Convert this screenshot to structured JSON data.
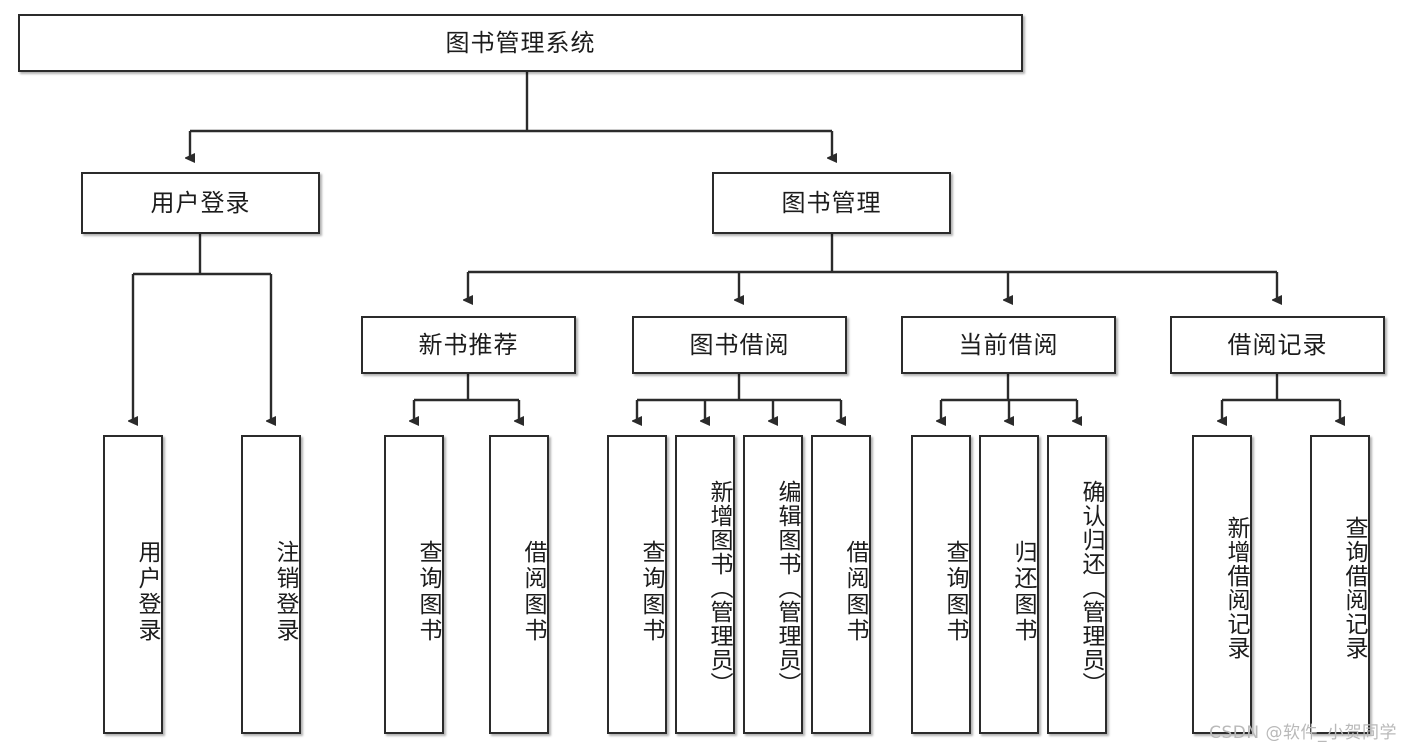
{
  "diagram": {
    "title": "图书管理系统",
    "type": "tree-hierarchy",
    "watermark": "CSDN @软件_小贺同学",
    "colors": {
      "background": "#ffffff",
      "node_fill": "#ffffff",
      "node_border": "#2b2b2b",
      "edge": "#2b2b2b",
      "text": "#1c1c1c",
      "watermark": "#b9b9b9"
    },
    "nodes": {
      "root": {
        "label": "图书管理系统",
        "level": 0,
        "orientation": "horizontal"
      },
      "l1": [
        {
          "id": "user-login",
          "label": "用户登录",
          "orientation": "horizontal"
        },
        {
          "id": "book-manage",
          "label": "图书管理",
          "orientation": "horizontal"
        }
      ],
      "l2": [
        {
          "id": "new-book-recommend",
          "label": "新书推荐",
          "orientation": "horizontal",
          "parent": "book-manage"
        },
        {
          "id": "book-borrow",
          "label": "图书借阅",
          "orientation": "horizontal",
          "parent": "book-manage"
        },
        {
          "id": "current-borrow",
          "label": "当前借阅",
          "orientation": "horizontal",
          "parent": "book-manage"
        },
        {
          "id": "borrow-record",
          "label": "借阅记录",
          "orientation": "horizontal",
          "parent": "book-manage"
        }
      ],
      "leaves": [
        {
          "id": "leaf-user-login",
          "label": "用户登录",
          "parent": "user-login",
          "orientation": "vertical"
        },
        {
          "id": "leaf-user-logout",
          "label": "注销登录",
          "parent": "user-login",
          "orientation": "vertical"
        },
        {
          "id": "leaf-query-book-1",
          "label": "查询图书",
          "parent": "new-book-recommend",
          "orientation": "vertical"
        },
        {
          "id": "leaf-borrow-book-1",
          "label": "借阅图书",
          "parent": "new-book-recommend",
          "orientation": "vertical"
        },
        {
          "id": "leaf-query-book-2",
          "label": "查询图书",
          "parent": "book-borrow",
          "orientation": "vertical"
        },
        {
          "id": "leaf-add-book",
          "label": "新增图书（管理员）",
          "parent": "book-borrow",
          "orientation": "vertical"
        },
        {
          "id": "leaf-edit-book",
          "label": "编辑图书（管理员）",
          "parent": "book-borrow",
          "orientation": "vertical"
        },
        {
          "id": "leaf-borrow-book-2",
          "label": "借阅图书",
          "parent": "book-borrow",
          "orientation": "vertical"
        },
        {
          "id": "leaf-query-book-3",
          "label": "查询图书",
          "parent": "current-borrow",
          "orientation": "vertical"
        },
        {
          "id": "leaf-return-book",
          "label": "归还图书",
          "parent": "current-borrow",
          "orientation": "vertical"
        },
        {
          "id": "leaf-confirm-return",
          "label": "确认归还（管理员）",
          "parent": "current-borrow",
          "orientation": "vertical"
        },
        {
          "id": "leaf-add-record",
          "label": "新增借阅记录",
          "parent": "borrow-record",
          "orientation": "vertical"
        },
        {
          "id": "leaf-query-record",
          "label": "查询借阅记录",
          "parent": "borrow-record",
          "orientation": "vertical"
        }
      ]
    }
  }
}
